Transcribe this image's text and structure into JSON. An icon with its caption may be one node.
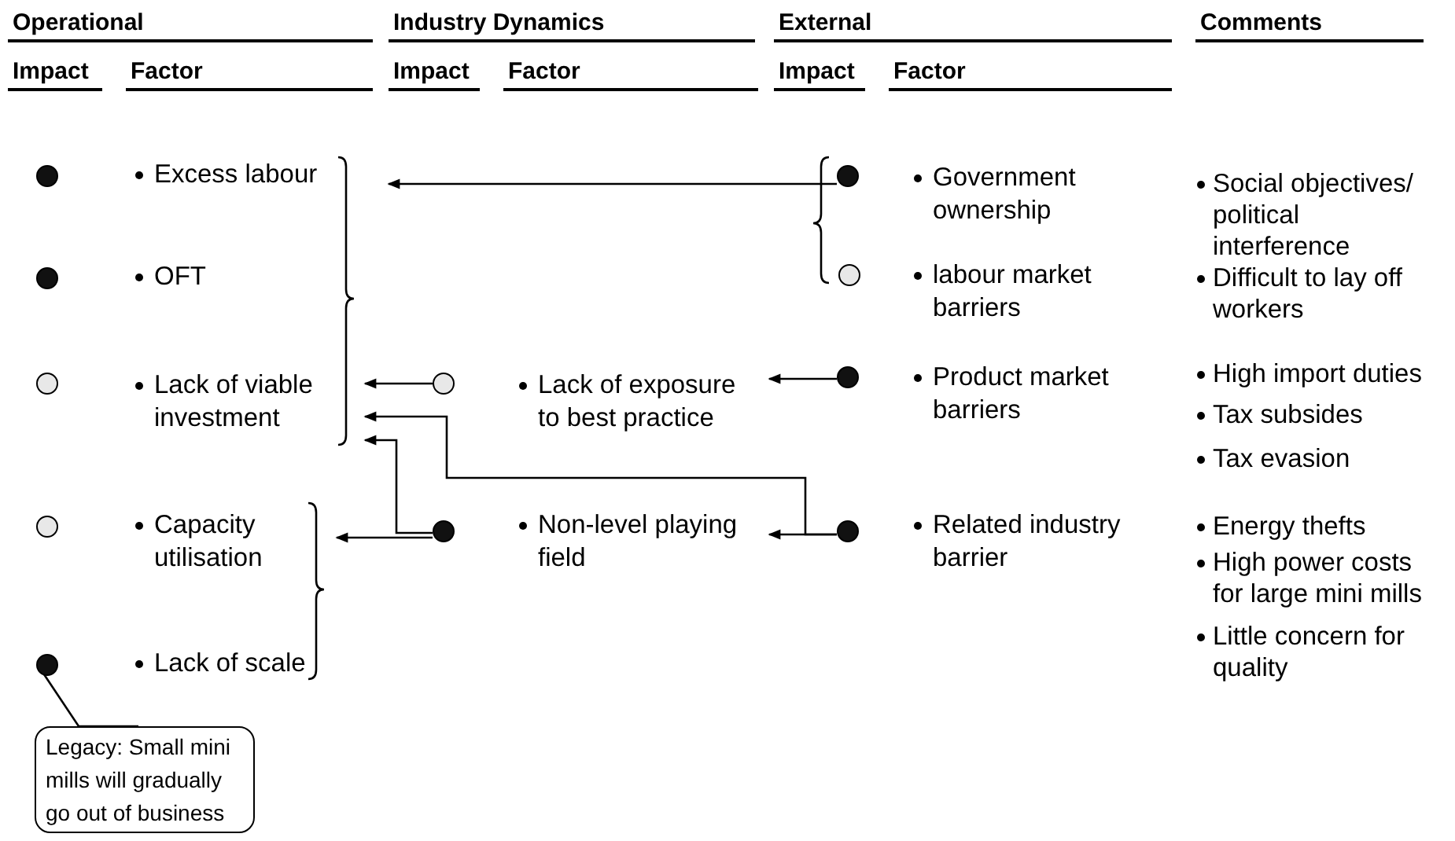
{
  "diagram": {
    "nodes": [
      {
        "text": [],
        "shape": "dot"
      },
      {
        "text": [
          "Excess labour"
        ]
      },
      {
        "text": [],
        "shape": "dot"
      },
      {
        "text": [
          "Government ownership"
        ]
      },
      {
        "text": [],
        "shape": "dot"
      },
      {
        "text": [
          "OFT"
        ]
      },
      {
        "text": [],
        "shape": "circle"
      },
      {
        "text": [
          "labour market barriers"
        ]
      },
      {
        "text": [],
        "shape": "circle"
      },
      {
        "text": [
          "Lack of viable investment"
        ]
      },
      {
        "text": [],
        "shape": "circle"
      },
      {
        "text": [
          "Lack of exposure to best practice"
        ]
      },
      {
        "text": [],
        "shape": "dot"
      },
      {
        "text": [
          "Product market barriers"
        ]
      },
      {
        "text": [],
        "shape": "circle"
      },
      {
        "text": [
          "Capacity utilisation"
        ]
      },
      {
        "text": [],
        "shape": "dot"
      },
      {
        "text": [
          "Non-level playing field"
        ]
      },
      {
        "text": [],
        "shape": "dot"
      },
      {
        "text": [
          "Related industry barrier"
        ]
      },
      {
        "text": [],
        "shape": "dot"
      },
      {
        "text": [
          "Lack of scale"
        ]
      },
      {
        "text": [
          "Legacy: Small mini mills will gradually go out of business"
        ]
      }
    ],
    "edges": [
      {
        "from": 2,
        "to": 1,
        "arrow": "to"
      },
      {
        "from": 10,
        "to": 9,
        "arrow": "to"
      },
      {
        "from": 12,
        "to": 11,
        "arrow": "to"
      },
      {
        "from": 18,
        "to": 17,
        "arrow": "to"
      },
      {
        "from": 18,
        "to": 9,
        "arrow": "to"
      },
      {
        "from": 16,
        "to": 15,
        "arrow": "to"
      },
      {
        "from": 16,
        "to": 9,
        "arrow": "to"
      },
      {
        "from": 22,
        "to": 20,
        "arrow": "none"
      }
    ],
    "labels": [
      "Operational",
      "Industry Dynamics",
      "External",
      "Comments",
      "Impact",
      "Factor",
      "Impact",
      "Factor",
      "Impact",
      "Factor",
      "Social objectives/ political interference",
      "Difficult to lay off workers",
      "High import duties",
      "Tax subsides",
      "Tax evasion",
      "Energy thefts",
      "High power costs for large mini mills",
      "Little concern for quality"
    ]
  }
}
